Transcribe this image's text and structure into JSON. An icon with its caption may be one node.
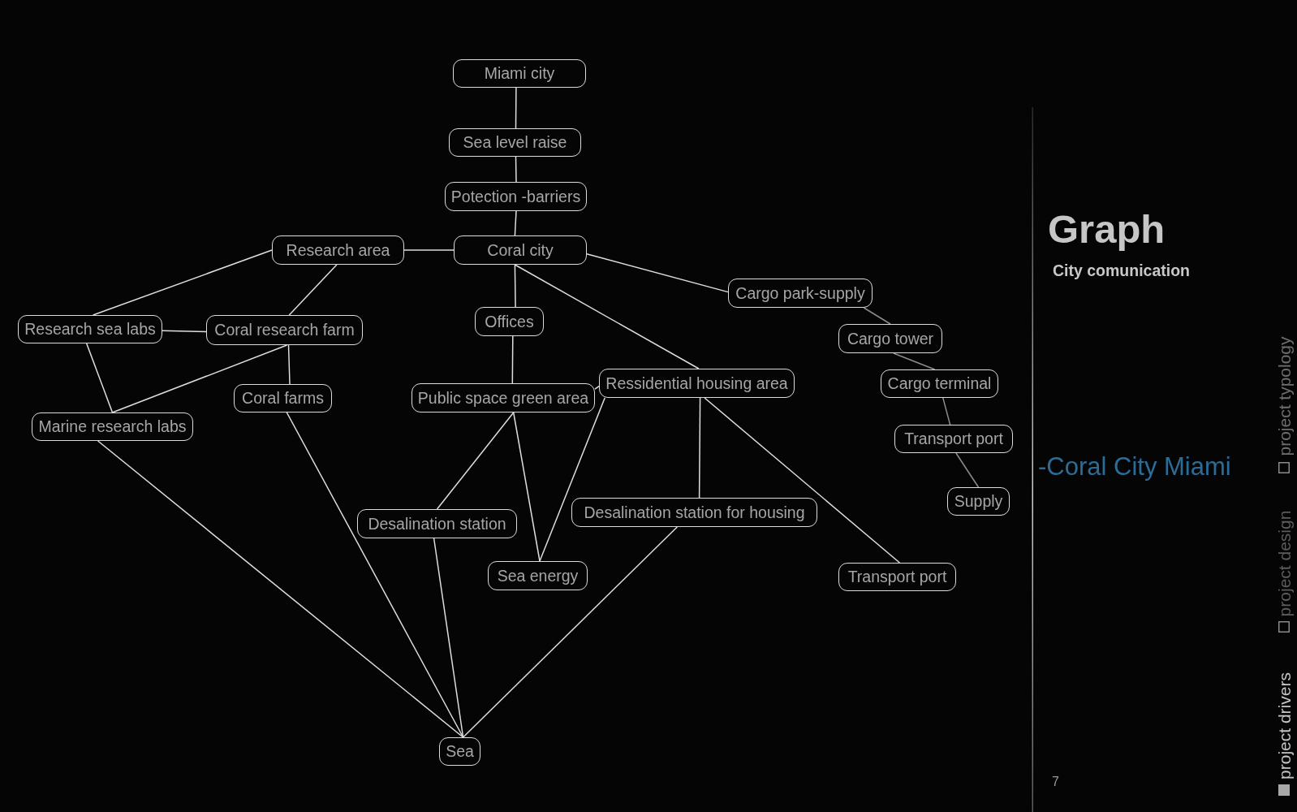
{
  "diagram": {
    "title": "Graph",
    "nodes": [
      {
        "text": [
          "Miami city"
        ]
      },
      {
        "text": [
          "Sea level raise"
        ]
      },
      {
        "text": [
          "Potection -barriers"
        ]
      },
      {
        "text": [
          "Research area"
        ]
      },
      {
        "text": [
          "Coral city"
        ]
      },
      {
        "text": [
          "Research sea labs"
        ]
      },
      {
        "text": [
          "Coral research farm"
        ]
      },
      {
        "text": [
          "Offices"
        ]
      },
      {
        "text": [
          "Cargo park-supply"
        ]
      },
      {
        "text": [
          "Cargo tower"
        ]
      },
      {
        "text": [
          "Coral farms"
        ]
      },
      {
        "text": [
          "Public space green area"
        ]
      },
      {
        "text": [
          "Ressidential housing area"
        ]
      },
      {
        "text": [
          "Cargo terminal"
        ]
      },
      {
        "text": [
          "Marine research labs"
        ]
      },
      {
        "text": [
          "Transport port"
        ]
      },
      {
        "text": [
          "Supply"
        ]
      },
      {
        "text": [
          "Desalination station"
        ]
      },
      {
        "text": [
          "Desalination station for housing"
        ]
      },
      {
        "text": [
          "Sea energy"
        ]
      },
      {
        "text": [
          "Transport port"
        ]
      },
      {
        "text": [
          "Sea"
        ]
      }
    ],
    "edges": [
      {
        "from": 0,
        "to": 1,
        "arrow": "none"
      },
      {
        "from": 1,
        "to": 2,
        "arrow": "none"
      },
      {
        "from": 2,
        "to": 4,
        "arrow": "none"
      },
      {
        "from": 3,
        "to": 4,
        "arrow": "none"
      },
      {
        "from": 4,
        "to": 7,
        "arrow": "none"
      },
      {
        "from": 4,
        "to": 12,
        "arrow": "none"
      },
      {
        "from": 4,
        "to": 8,
        "arrow": "none"
      },
      {
        "from": 3,
        "to": 5,
        "arrow": "none"
      },
      {
        "from": 3,
        "to": 6,
        "arrow": "none"
      },
      {
        "from": 5,
        "to": 6,
        "arrow": "none"
      },
      {
        "from": 5,
        "to": 14,
        "arrow": "none"
      },
      {
        "from": 6,
        "to": 14,
        "arrow": "none"
      },
      {
        "from": 6,
        "to": 10,
        "arrow": "none"
      },
      {
        "from": 7,
        "to": 11,
        "arrow": "none"
      },
      {
        "from": 11,
        "to": 12,
        "arrow": "none"
      },
      {
        "from": 8,
        "to": 9,
        "arrow": "none",
        "color": "#8c8c8c"
      },
      {
        "from": 9,
        "to": 13,
        "arrow": "none",
        "color": "#8c8c8c"
      },
      {
        "from": 13,
        "to": 15,
        "arrow": "none",
        "color": "#8c8c8c"
      },
      {
        "from": 15,
        "to": 16,
        "arrow": "none",
        "color": "#8c8c8c"
      },
      {
        "from": 11,
        "to": 17,
        "arrow": "none"
      },
      {
        "from": 11,
        "to": 19,
        "arrow": "none"
      },
      {
        "from": 12,
        "to": 19,
        "arrow": "none"
      },
      {
        "from": 12,
        "to": 18,
        "arrow": "none"
      },
      {
        "from": 12,
        "to": 20,
        "arrow": "none"
      },
      {
        "from": 14,
        "to": 21,
        "arrow": "none"
      },
      {
        "from": 10,
        "to": 21,
        "arrow": "none"
      },
      {
        "from": 17,
        "to": 21,
        "arrow": "none"
      },
      {
        "from": 18,
        "to": 21,
        "arrow": "none"
      }
    ],
    "labels": [
      "City comunication",
      "-Coral City Miami",
      "project typology",
      "project design",
      "project drivers",
      "7"
    ]
  }
}
